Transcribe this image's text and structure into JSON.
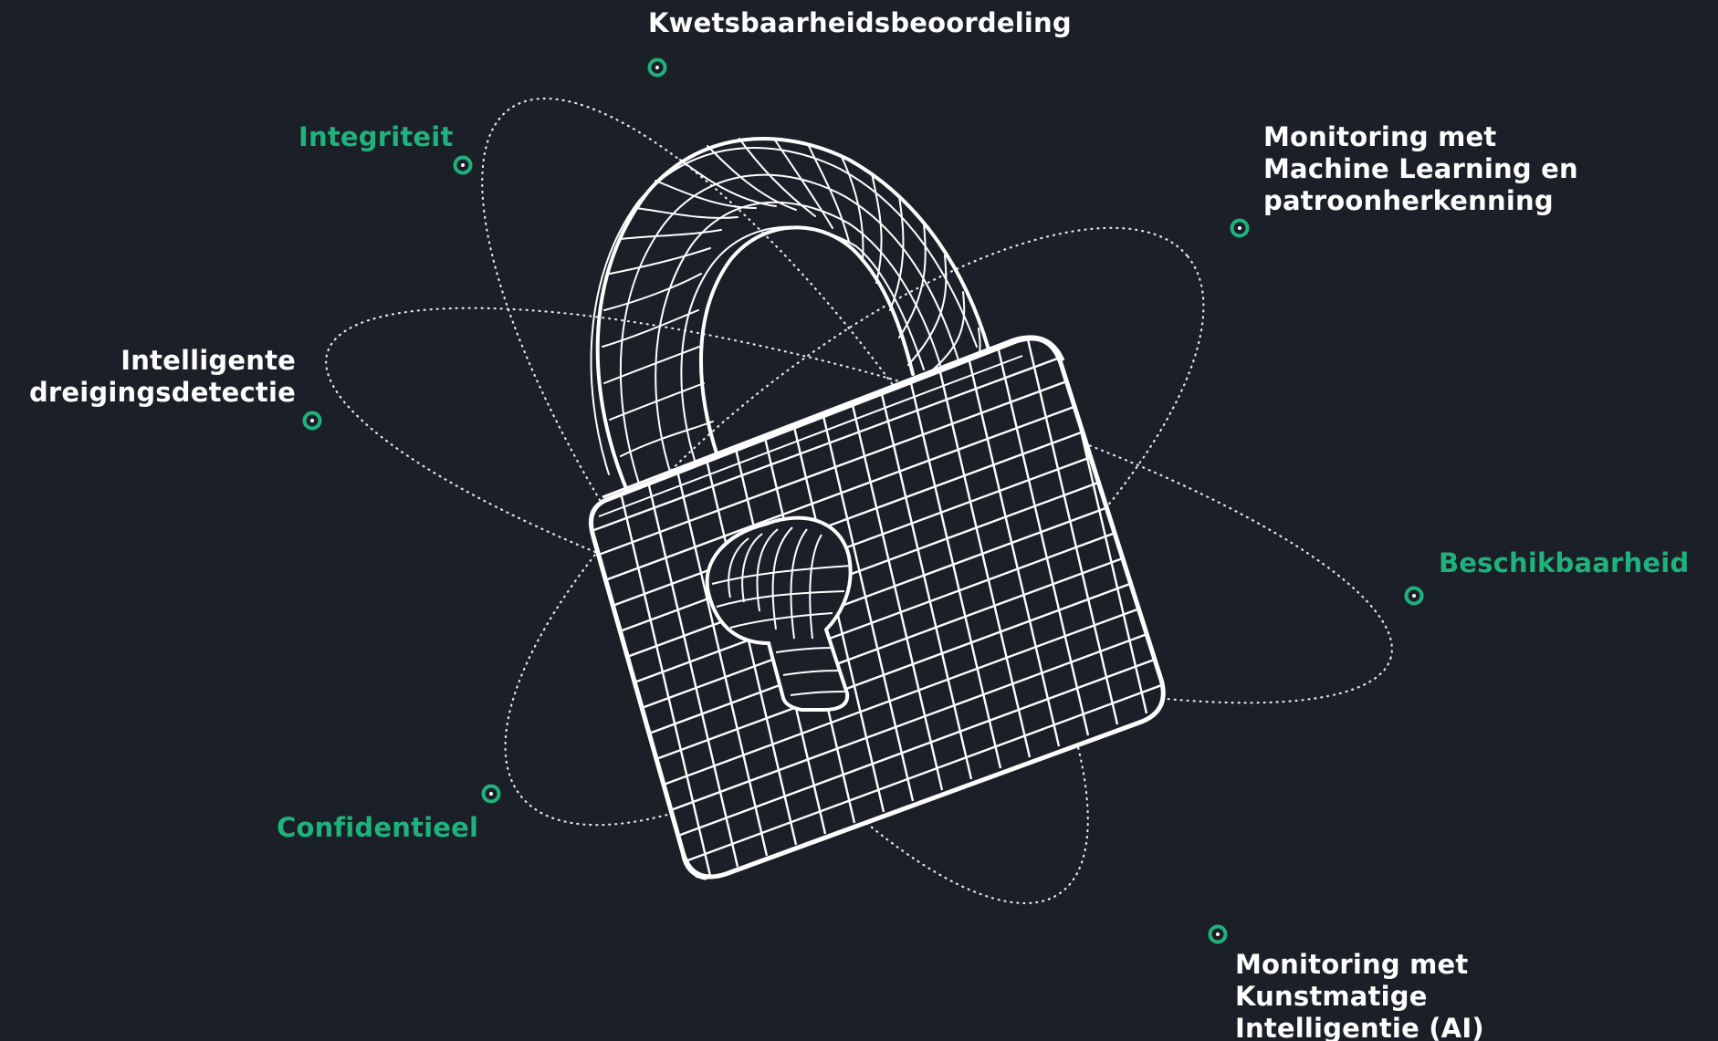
{
  "labels": {
    "kwetsbaarheid": "Kwetsbaarheidsbeoordeling",
    "integriteit": "Integriteit",
    "monitoring_ml": "Monitoring met\nMachine Learning en\npatroonherkenning",
    "dreigingsdetectie": "Intelligente\ndreigingsdetectie",
    "beschikbaarheid": "Beschikbaarheid",
    "confidentieel": "Confidentieel",
    "monitoring_ai": "Monitoring met\nKunstmatige\nIntelligentie (AI)"
  },
  "colors": {
    "background": "#1b1f28",
    "accent": "#1fb27d",
    "text": "#ffffff",
    "wireframe": "#ffffff"
  },
  "icon": "padlock-wireframe-icon"
}
